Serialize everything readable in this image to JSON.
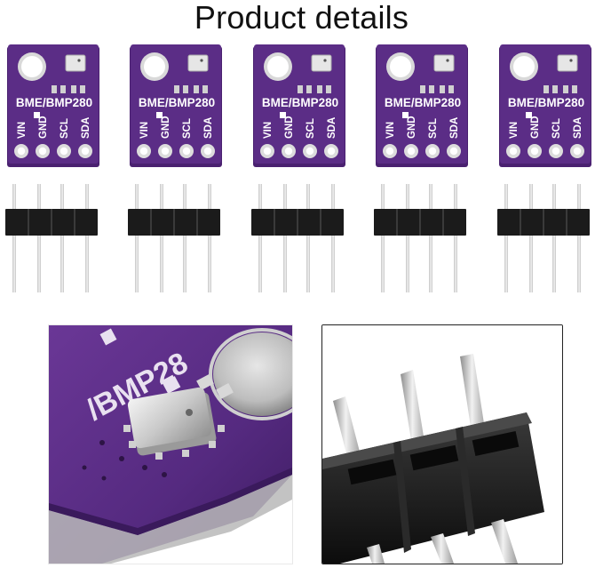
{
  "title": "Product details",
  "board": {
    "model_label": "BME/BMP280",
    "pins": [
      "VIN",
      "GND",
      "SCL",
      "SDA"
    ],
    "count": 5
  },
  "closeup": {
    "label_fragment": "/BMP28"
  },
  "colors": {
    "pcb_purple": "#5b2d86",
    "pcb_edge": "#4a2170",
    "header_black": "#1b1b1b",
    "pin_silver": "#cfcfcf"
  }
}
